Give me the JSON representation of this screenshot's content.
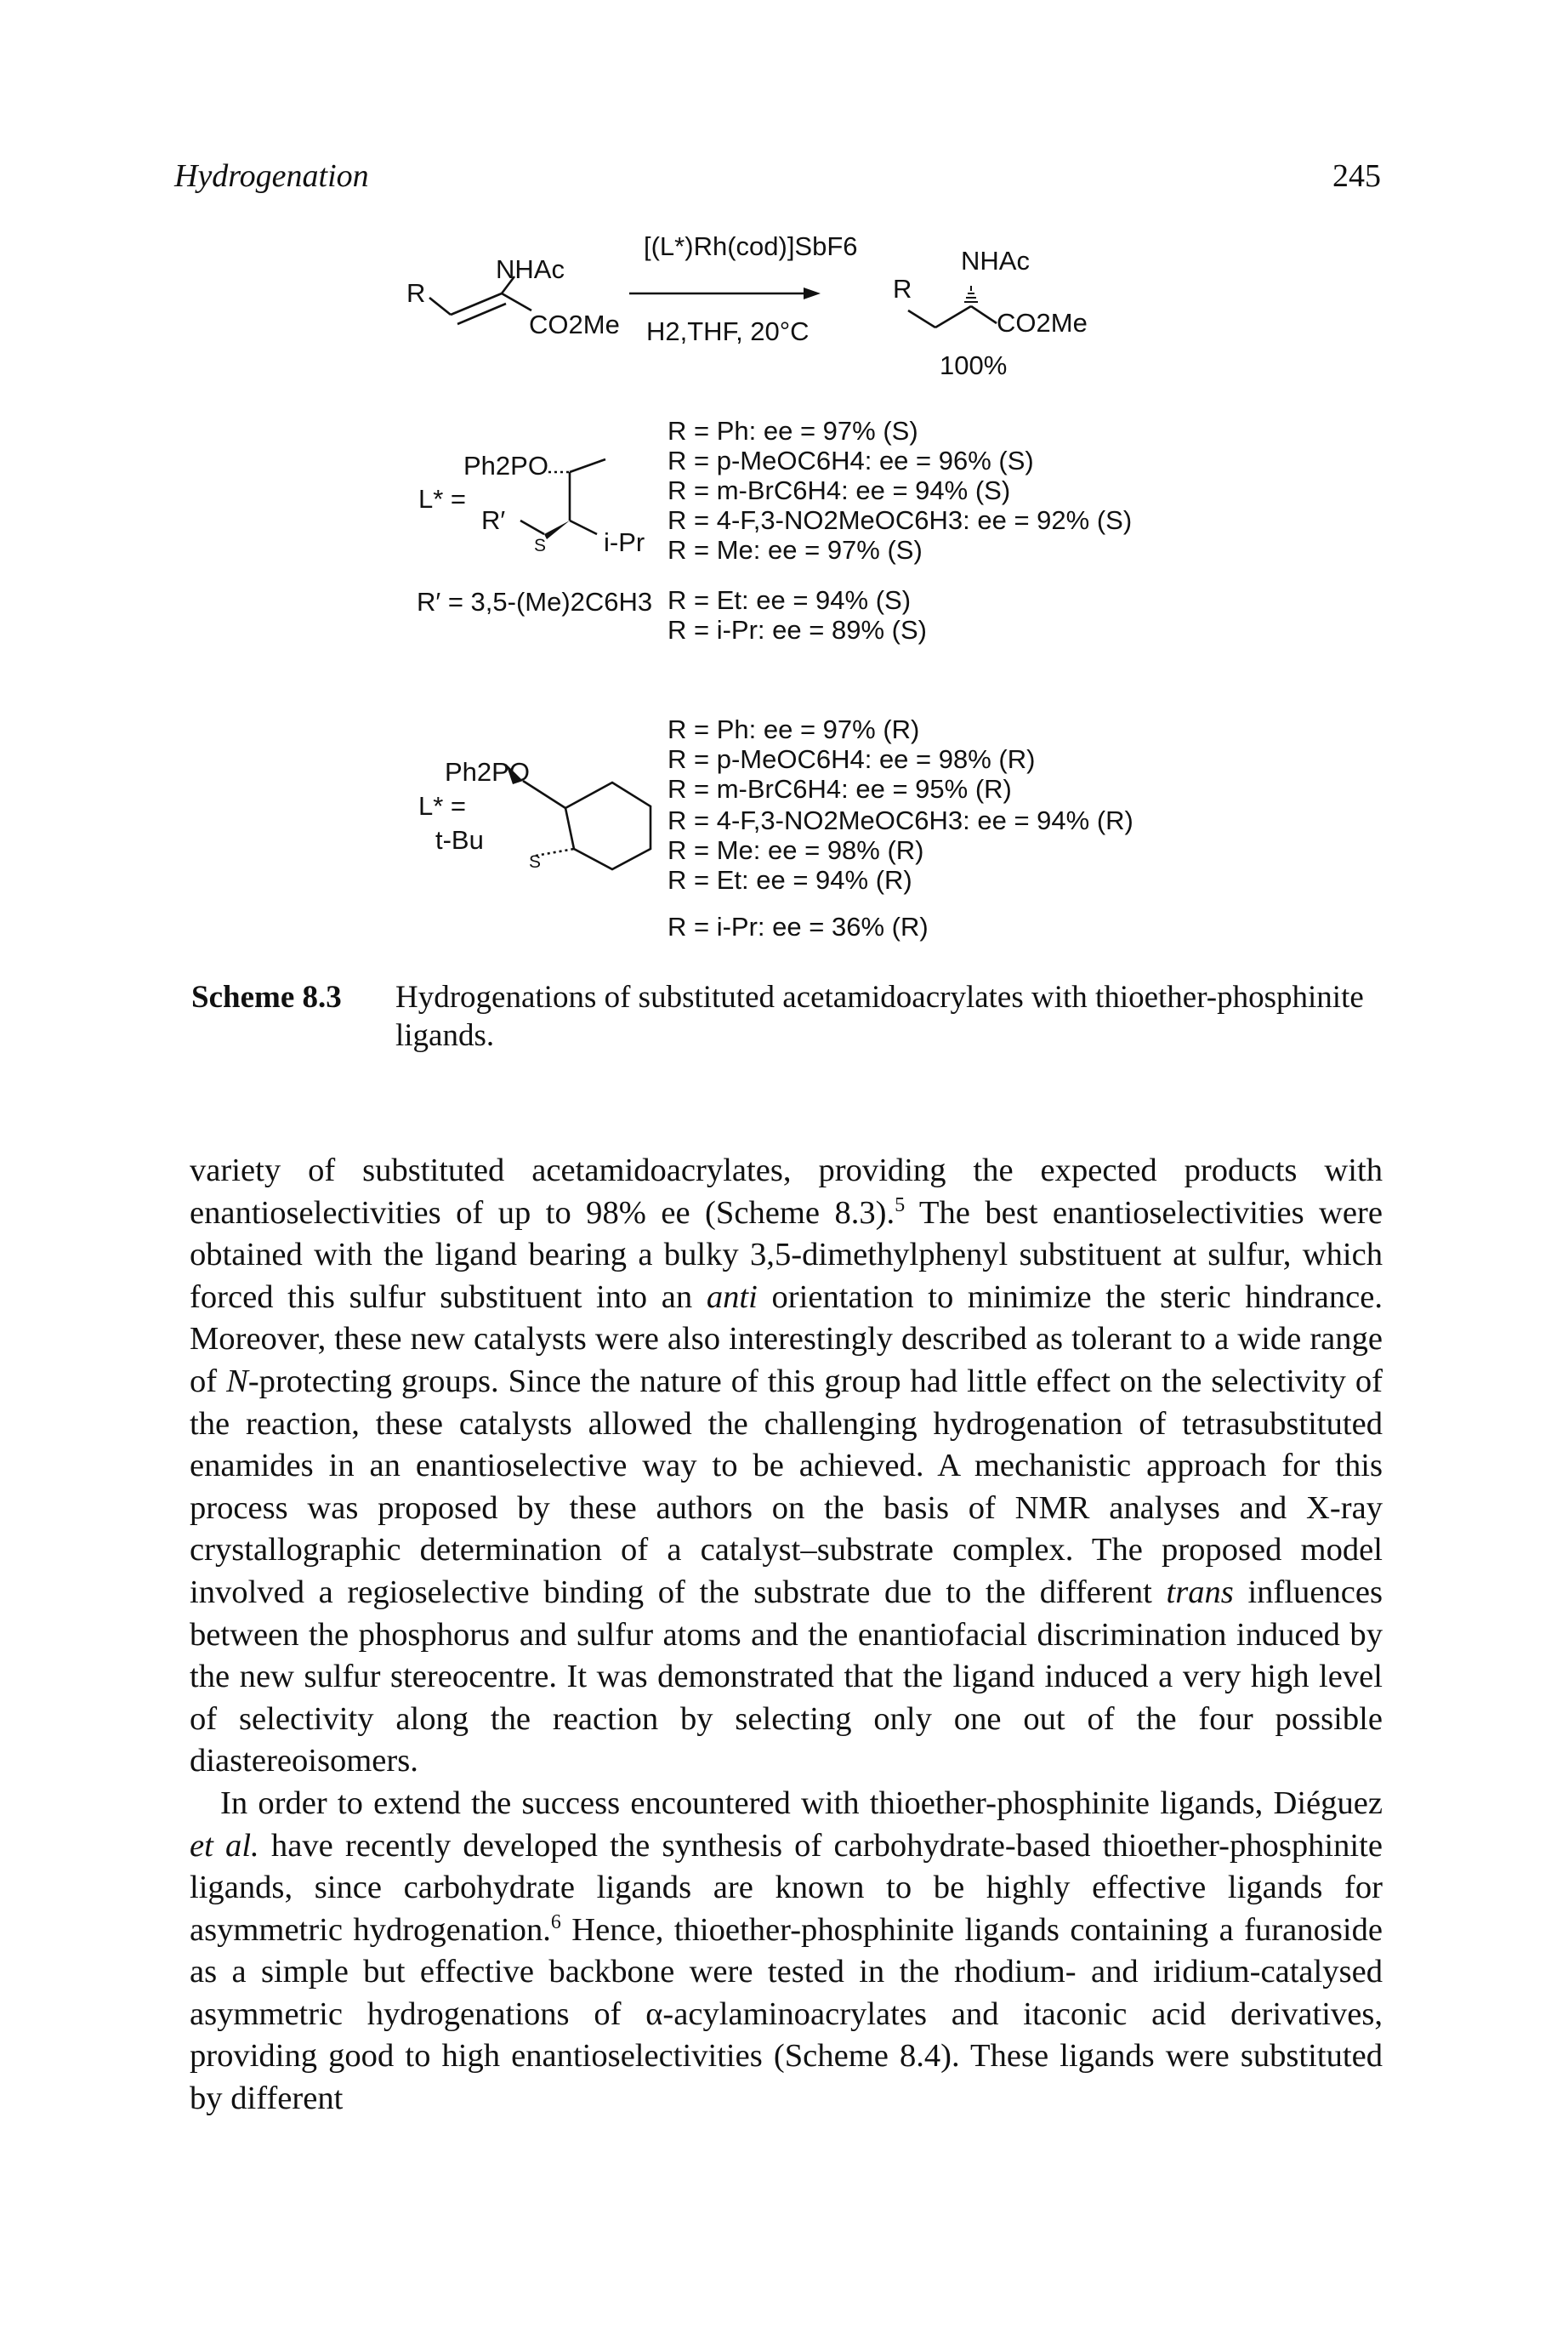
{
  "header": {
    "running_head": "Hydrogenation",
    "page_number": "245"
  },
  "scheme": {
    "reagent": "[(L*)Rh(cod)]SbF6",
    "conditions": "H2,THF, 20°C",
    "yield": "100%",
    "substrate": {
      "r": "R",
      "nhac": "NHAc",
      "ester": "CO2Me"
    },
    "product": {
      "r": "R",
      "nhac": "NHAc",
      "ester": "CO2Me"
    },
    "ligand1": {
      "label": "L* =",
      "p_group": "Ph2PO",
      "s_group": "R′",
      "s_atom": "S",
      "ipr": "i-Pr",
      "r_prime_def": "R′ = 3,5-(Me)2C6H3",
      "results": [
        "R = Ph: ee = 97% (S)",
        "R = p-MeOC6H4: ee = 96% (S)",
        "R = m-BrC6H4: ee = 94% (S)",
        "R = 4-F,3-NO2MeOC6H3: ee = 92% (S)",
        "R = Me: ee = 97% (S)",
        "R = Et: ee = 94% (S)",
        "R = i-Pr: ee = 89% (S)"
      ]
    },
    "ligand2": {
      "label": "L* =",
      "p_group": "Ph2PO",
      "s_group": "t-Bu",
      "s_atom": "S",
      "results": [
        "R = Ph: ee = 97% (R)",
        "R = p-MeOC6H4: ee = 98% (R)",
        "R = m-BrC6H4: ee = 95% (R)",
        "R = 4-F,3-NO2MeOC6H3: ee = 94% (R)",
        "R = Me: ee = 98% (R)",
        "R = Et: ee = 94% (R)",
        "R = i-Pr: ee = 36% (R)"
      ]
    }
  },
  "caption": {
    "label": "Scheme 8.3",
    "text": "Hydrogenations of substituted acetamidoacrylates with thioether-phosphinite ligands."
  },
  "body": {
    "p1": {
      "t1": "variety of substituted acetamidoacrylates, providing the expected products with enantioselectivities of up to 98% ee (Scheme 8.3).",
      "ref1": "5",
      "t2": " The best enantioselectivities were obtained with the ligand bearing a bulky 3,5-dimethylphenyl substituent at sulfur, which forced this sulfur substituent into an ",
      "anti": "anti",
      "t3": " orientation to minimize the steric hindrance. Moreover, these new catalysts were also interestingly described as tolerant to a wide range of ",
      "n": "N",
      "t4": "-protecting groups. Since the nature of this group had little effect on the selectivity of the reaction, these catalysts allowed the challenging hydrogenation of tetrasubstituted enamides in an enantioselective way to be achieved. A mechanistic approach for this process was proposed by these authors on the basis of NMR analyses and X-ray crystallographic determination of a catalyst–substrate complex. The proposed model involved a regioselective binding of the substrate due to the different ",
      "trans": "trans",
      "t5": " influences between the phosphorus and sulfur atoms and the enantiofacial discrimination induced by the new sulfur stereocentre. It was demonstrated that the ligand induced a very high level of selectivity along the reaction by selecting only one out of the four possible diastereoisomers."
    },
    "p2": {
      "t1": "In order to extend the success encountered with thioether-phosphinite ligands, Diéguez ",
      "etal": "et al.",
      "t2": " have recently developed the synthesis of carbohydrate-based thioether-phosphinite ligands, since carbohydrate ligands are known to be highly effective ligands for asymmetric hydrogenation.",
      "ref": "6",
      "t3": " Hence, thioether-phosphinite ligands containing a furanoside as a simple but effective backbone were tested in the rhodium- and iridium-catalysed asymmetric hydrogenations of α-acylaminoacrylates and itaconic acid derivatives, providing good to high enantioselectivities (Scheme 8.4). These ligands were substituted by different"
    }
  }
}
